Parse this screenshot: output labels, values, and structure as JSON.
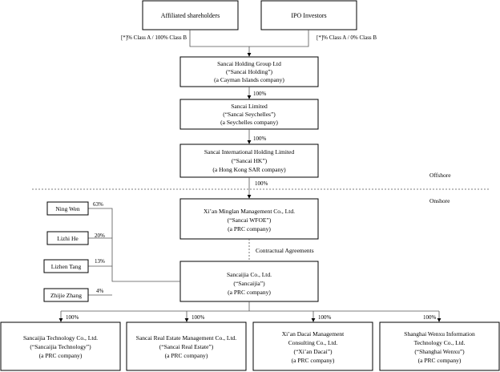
{
  "shareholders": {
    "affiliated": {
      "label": "Affiliated shareholders",
      "stake": "[*]% Class A / 100% Class B"
    },
    "ipo": {
      "label": "IPO Investors",
      "stake": "[*]% Class A / 0% Class B"
    }
  },
  "entities": {
    "holding": {
      "name": "Sancai Holding Group Ltd",
      "alias": "(“Sancai Holding”)",
      "jurisdiction": "(a Cayman Islands company)"
    },
    "seychelles": {
      "name": "Sancai Limited",
      "alias": "(“Sancai Seychelles”)",
      "jurisdiction": "(a Seychelles company)"
    },
    "hk": {
      "name": "Sancai International Holding Limited",
      "alias": "(“Sancai HK”)",
      "jurisdiction": "(a Hong Kong SAR company)"
    },
    "wfoe": {
      "name": "Xi’an Minglan Management Co., Ltd.",
      "alias": "(“Sancai WFOE”)",
      "jurisdiction": "(a PRC company)"
    },
    "sancaijia": {
      "name": "Sancaijia Co., Ltd.",
      "alias": "(“Sancaijia”)",
      "jurisdiction": "(a PRC company)"
    }
  },
  "ownership": {
    "holding_to_seychelles": "100%",
    "seychelles_to_hk": "100%",
    "hk_to_wfoe": "100%"
  },
  "regions": {
    "offshore": "Offshore",
    "onshore": "Onshore"
  },
  "contractual": "Contractual Agreements",
  "individuals": [
    {
      "name": "Ning Wen",
      "pct": "63%"
    },
    {
      "name": "Lizhi He",
      "pct": "20%"
    },
    {
      "name": "Lizhen Tang",
      "pct": "13%"
    },
    {
      "name": "Zhijie Zhang",
      "pct": "4%"
    }
  ],
  "subsidiaries": [
    {
      "pct": "100%",
      "lines": [
        "Sancaijia Technology Co., Ltd.",
        "(“Sancaijia Technology”)",
        "(a PRC company)"
      ]
    },
    {
      "pct": "100%",
      "lines": [
        "Sancai Real Estate Management Co., Ltd.",
        "(“Sancai Real Estate”)",
        "(a PRC company)"
      ]
    },
    {
      "pct": "100%",
      "lines": [
        "Xi’an Dacai Management",
        "Consulting Co., Ltd.",
        "(“Xi’an Dacai”)",
        "(a PRC company)"
      ]
    },
    {
      "pct": "100%",
      "lines": [
        "Shanghai Wenxu Information",
        "Technology Co., Ltd.",
        "(“Shanghai Wenxu”)",
        "(a PRC company)"
      ]
    }
  ]
}
